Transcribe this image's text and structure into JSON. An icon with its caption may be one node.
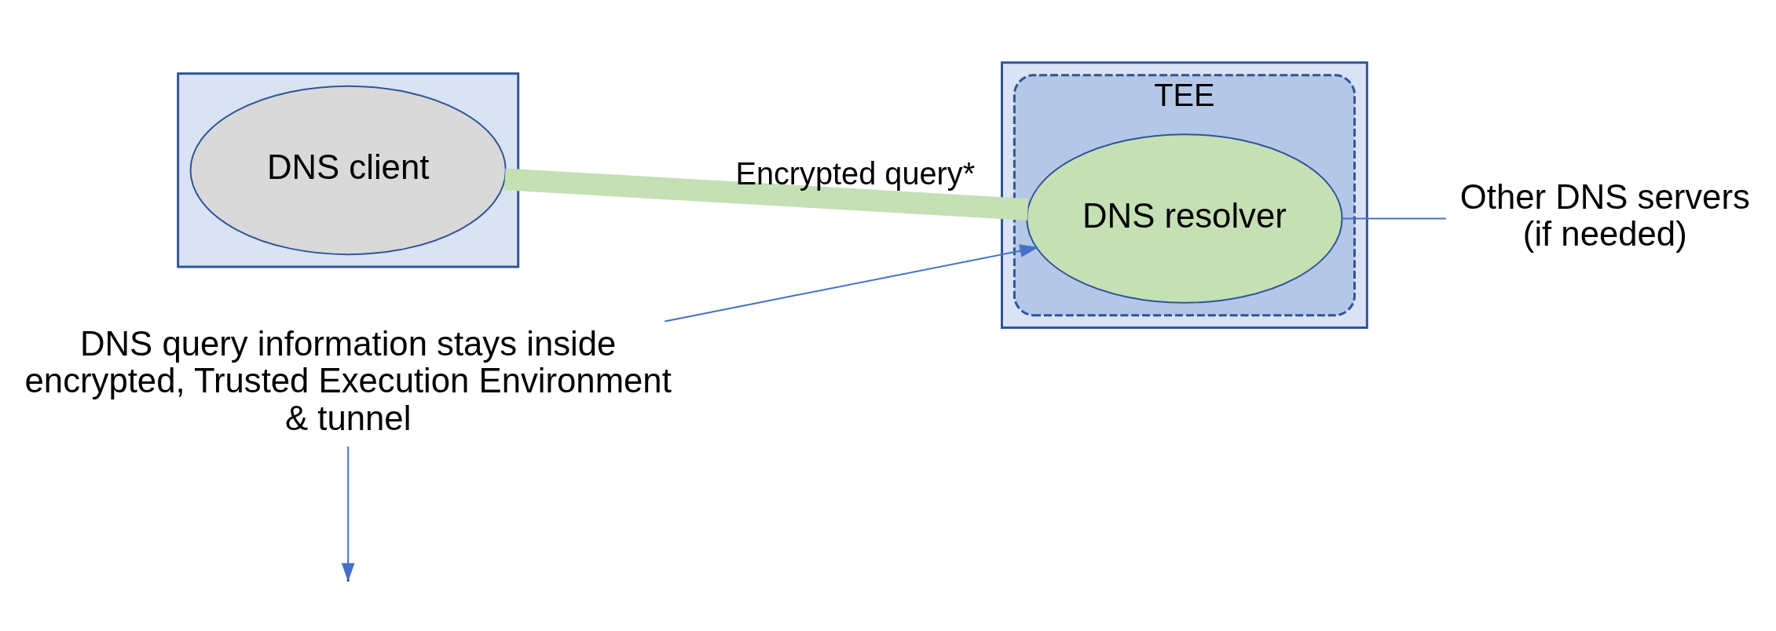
{
  "diagram": {
    "nodes": [
      {
        "text": [],
        "shape": "box"
      },
      {
        "text": [
          "DNS client"
        ],
        "in": 0
      },
      {
        "text": [],
        "shape": "box"
      },
      {
        "text": [
          "TEE"
        ],
        "in": 2
      },
      {
        "text": [
          "DNS resolver"
        ],
        "in": 3
      },
      {
        "text": [
          "DNS query information stays inside encrypted, Trusted Execution Environment & tunnel"
        ]
      },
      {
        "text": [
          "Other DNS servers (if needed)"
        ]
      }
    ],
    "edges": [
      {
        "from": 1,
        "to": 4,
        "arrow": "none",
        "label": "Encrypted query*",
        "style": "thick",
        "color": "#c5e0b4"
      },
      {
        "from": 4,
        "to": 6,
        "arrow": "none"
      },
      {
        "from": 5,
        "to": null,
        "arrow": "to"
      },
      {
        "from": 5,
        "to": 4,
        "arrow": "to"
      }
    ]
  }
}
